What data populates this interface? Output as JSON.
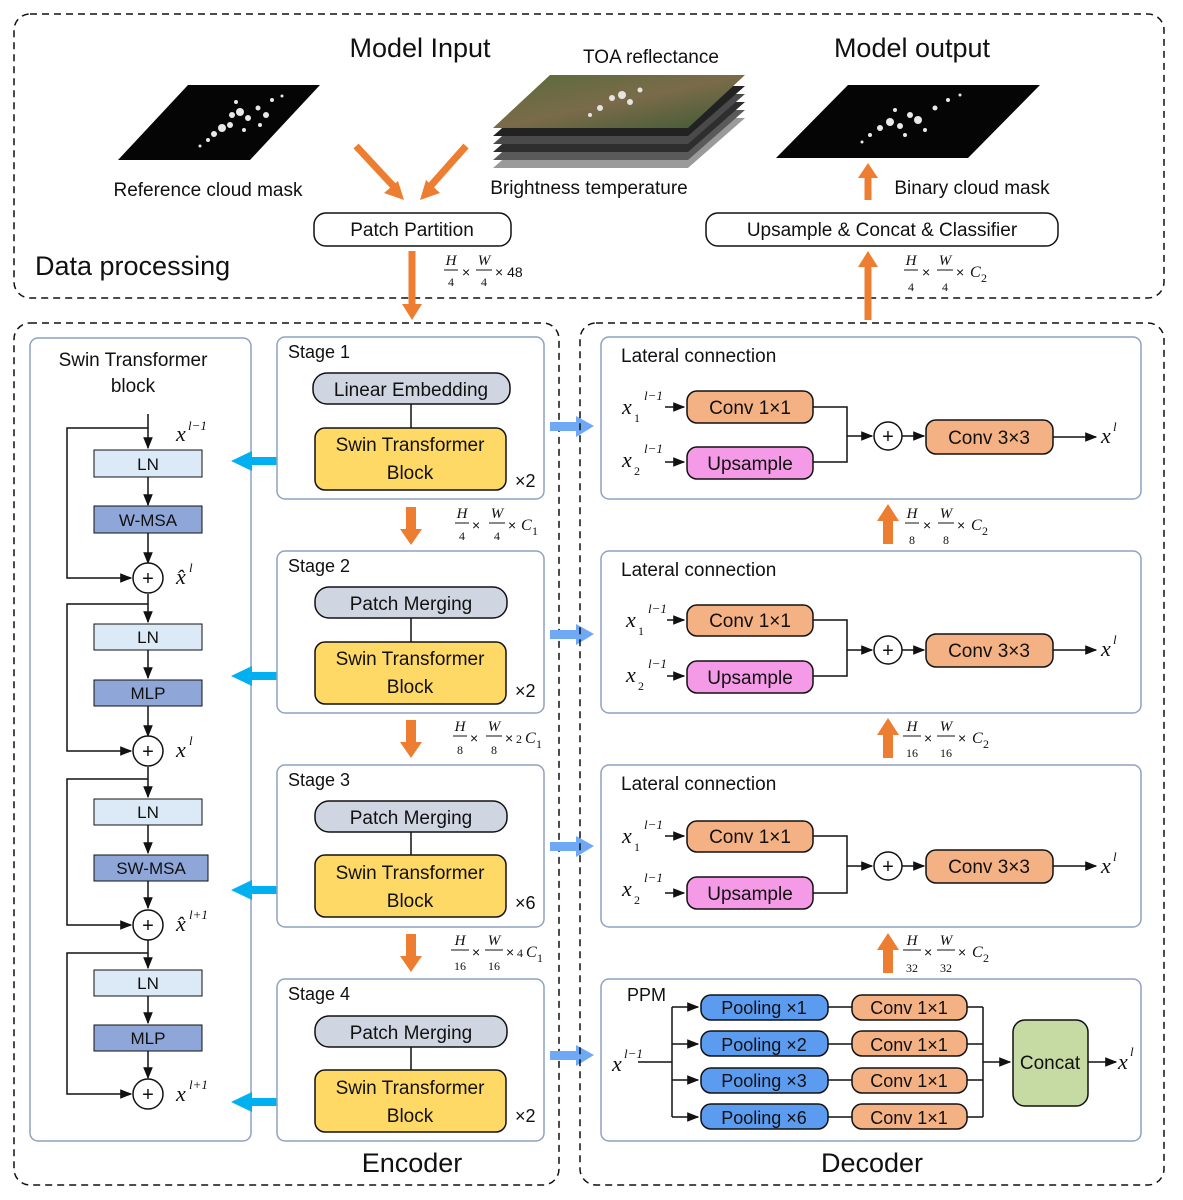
{
  "colors": {
    "orange_arrow": "#ed7d31",
    "blue_arrow": "#00b0f0",
    "light_blue_arrow": "#6fa8f5",
    "panel_border": "#8ea2c0",
    "gray_block": "#d0d5e2",
    "yellow_block": "#ffd966",
    "conv_orange": "#f4b183",
    "upsample_pink": "#f49ae6",
    "pooling_blue": "#5b9bf0",
    "concat_green": "#c5dba3",
    "ln_light_blue": "#dce9f6",
    "msa_blue": "#8fa6d8"
  },
  "data_processing": {
    "label": "Data processing",
    "model_input": "Model Input",
    "model_output": "Model output",
    "toa_reflectance": "TOA reflectance",
    "brightness_temperature": "Brightness temperature",
    "reference_cloud_mask": "Reference cloud mask",
    "binary_cloud_mask": "Binary cloud mask",
    "patch_partition": "Patch Partition",
    "upsample_concat_classifier": "Upsample & Concat & Classifier",
    "input_dims": {
      "mult": "× 48"
    },
    "output_dims": {
      "mult": "×",
      "c": "C",
      "c_sub": "2"
    }
  },
  "encoder": {
    "label": "Encoder",
    "swin_block_title_1": "Swin Transformer",
    "swin_block_title_2": "block",
    "ln": "LN",
    "wmsa": "W-MSA",
    "swmsa": "SW-MSA",
    "mlp": "MLP",
    "x_prev": "x",
    "x_prev_sup": "l−1",
    "x_hat": "x̂",
    "x_hat_sup": "l",
    "x_cur": "x",
    "x_cur_sup": "l",
    "x_hat_next": "x̂",
    "x_hat_next_sup": "l+1",
    "x_next": "x",
    "x_next_sup": "l+1",
    "stages": [
      {
        "label": "Stage 1",
        "top_block": "Linear Embedding",
        "swin_line1": "Swin Transformer",
        "swin_line2": "Block",
        "repeat": "×2"
      },
      {
        "label": "Stage 2",
        "top_block": "Patch Merging",
        "swin_line1": "Swin Transformer",
        "swin_line2": "Block",
        "repeat": "×2"
      },
      {
        "label": "Stage 3",
        "top_block": "Patch Merging",
        "swin_line1": "Swin Transformer",
        "swin_line2": "Block",
        "repeat": "×6"
      },
      {
        "label": "Stage 4",
        "top_block": "Patch Merging",
        "swin_line1": "Swin Transformer",
        "swin_line2": "Block",
        "repeat": "×2"
      }
    ],
    "dims": [
      {
        "h": "H",
        "hd": "4",
        "w": "W",
        "wd": "4",
        "c": "C",
        "c_sub": "1",
        "cmul": ""
      },
      {
        "h": "H",
        "hd": "8",
        "w": "W",
        "wd": "8",
        "c": "C",
        "c_sub": "1",
        "cmul": "2"
      },
      {
        "h": "H",
        "hd": "16",
        "w": "W",
        "wd": "16",
        "c": "C",
        "c_sub": "1",
        "cmul": "4"
      }
    ]
  },
  "decoder": {
    "label": "Decoder",
    "lateral_label": "Lateral connection",
    "conv1": "Conv 1×1",
    "conv3": "Conv 3×3",
    "upsample": "Upsample",
    "x1": "x",
    "x1_sub": "1",
    "x2": "x",
    "x2_sub": "2",
    "x_sup_prev": "l−1",
    "x_out": "x",
    "x_out_sup": "l",
    "ppm": {
      "label": "PPM",
      "input": "x",
      "input_sup": "l−1",
      "poolings": [
        "Pooling ×1",
        "Pooling ×2",
        "Pooling ×3",
        "Pooling ×6"
      ],
      "convs": [
        "Conv 1×1",
        "Conv 1×1",
        "Conv 1×1",
        "Conv 1×1"
      ],
      "concat": "Concat",
      "output": "x",
      "output_sup": "l"
    },
    "dims": [
      {
        "h": "H",
        "hd": "8",
        "w": "W",
        "wd": "8",
        "c": "C",
        "c_sub": "2"
      },
      {
        "h": "H",
        "hd": "16",
        "w": "W",
        "wd": "16",
        "c": "C",
        "c_sub": "2"
      },
      {
        "h": "H",
        "hd": "32",
        "w": "W",
        "wd": "32",
        "c": "C",
        "c_sub": "2"
      }
    ]
  },
  "plus_symbol": "+",
  "op_times": "×"
}
